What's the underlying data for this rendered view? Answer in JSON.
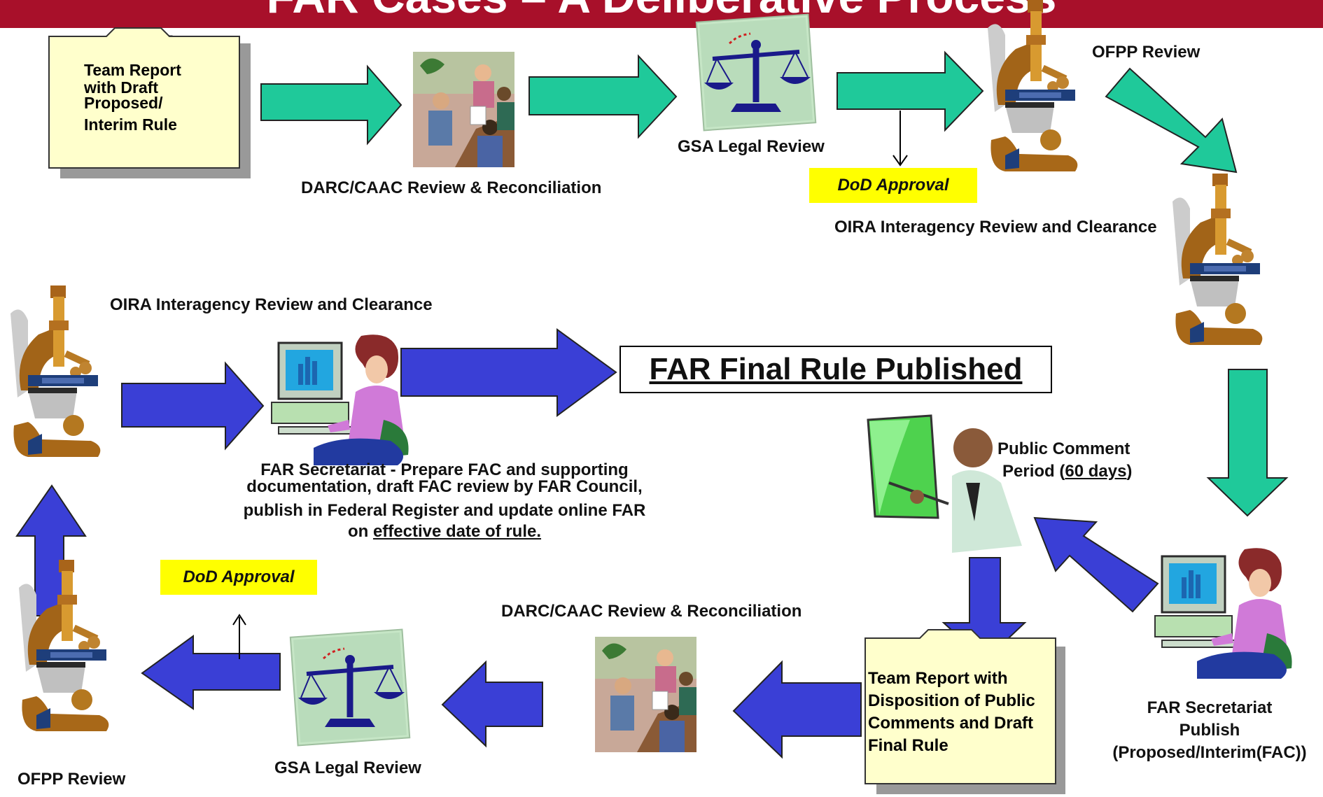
{
  "title": "FAR Cases – A Deliberative Process",
  "colors": {
    "banner": "#a8102a",
    "green_arrow": "#1fc99a",
    "blue_arrow": "#3a3fd6",
    "highlight": "#ffff00",
    "note_fill": "#ffffcc"
  },
  "icons": [
    "document-note",
    "meeting-clipart",
    "scales-of-justice",
    "microscope",
    "woman-at-computer",
    "presenter-clipart"
  ],
  "top_row": {
    "team_report": [
      "Team Report",
      "with Draft",
      "Proposed/",
      "Interim Rule"
    ],
    "darc_review": "DARC/CAAC Review & Reconciliation",
    "gsa_review": "GSA Legal Review",
    "ofpp_review": "OFPP Review",
    "dod_approval": "DoD Approval",
    "oira_review": "OIRA Interagency Review and Clearance"
  },
  "right_col": {
    "public_comment_line1": "Public Comment",
    "public_comment_pre": "Period (",
    "public_comment_days": "60 days",
    "public_comment_post": ")",
    "secretariat_publish": [
      "FAR Secretariat",
      "Publish",
      "(Proposed/Interim(FAC))"
    ]
  },
  "bottom_row": {
    "team_report": [
      "Team Report with",
      "Disposition of Public",
      "Comments and Draft",
      "Final Rule"
    ],
    "darc_review": "DARC/CAAC Review & Reconciliation",
    "gsa_review": "GSA Legal Review",
    "dod_approval": "DoD Approval",
    "ofpp_review": "OFPP Review"
  },
  "middle_row": {
    "oira_review": "OIRA Interagency Review and  Clearance",
    "final_rule": "FAR Final Rule Published",
    "secretariat_line1": "FAR Secretariat  -  Prepare FAC and supporting",
    "secretariat_line2": "documentation, draft FAC review by FAR Council,",
    "secretariat_line3": "publish in Federal Register and update online FAR",
    "secretariat_line4_pre": "on ",
    "secretariat_line4_u": "effective date of rule."
  }
}
